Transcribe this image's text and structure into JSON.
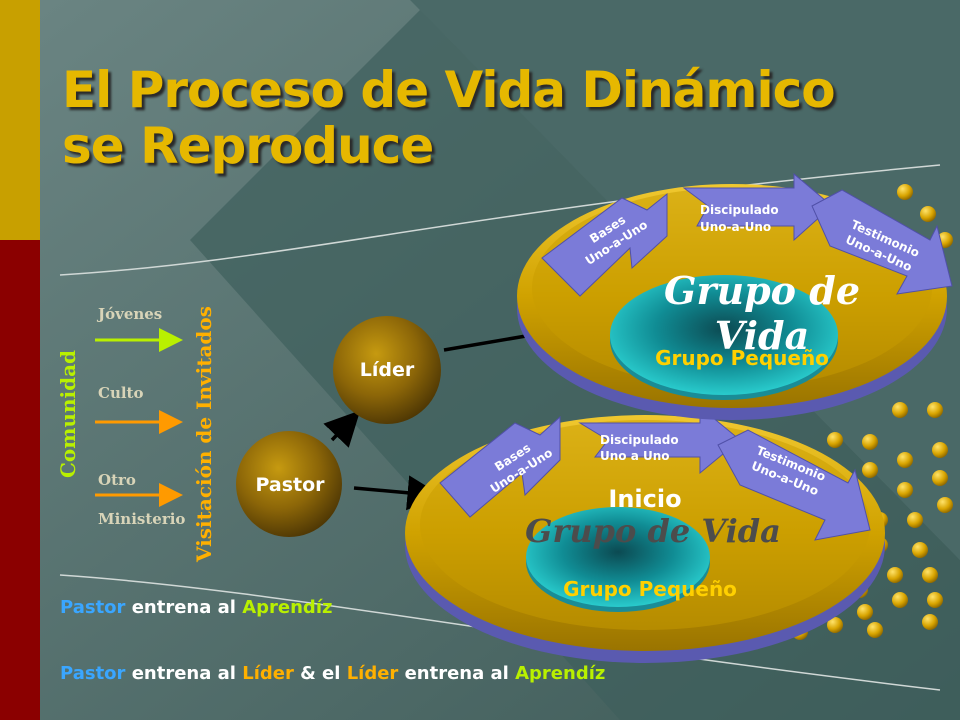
{
  "slide": {
    "title": "El Proceso de Vida Dinámico se Reproduce",
    "colors": {
      "background": "#4f6e6b",
      "gold": "#e6b800",
      "sidebar_top": "#c8a000",
      "sidebar_bottom": "#8b0000",
      "arrow_purple": "#7b7bd8",
      "center_cyan": "#1ec8c8"
    }
  },
  "left_flow": {
    "comunidad_label": "Comunidad",
    "visitacion_label": "Visitación de Invitados",
    "inputs": [
      {
        "label": "Jóvenes",
        "color": "#b9f000"
      },
      {
        "label": "Culto",
        "color": "#ff9a00"
      },
      {
        "label": "Otro",
        "color": "#ff9a00"
      },
      {
        "label": "Ministerio",
        "color": ""
      }
    ]
  },
  "nodes": {
    "pastor": "Pastor",
    "lider": "Líder"
  },
  "rings": [
    {
      "name": "top-ring",
      "group_label": "Grupo de Vida",
      "center_label": "Grupo Pequeño",
      "arrows": [
        {
          "line1": "Bases",
          "line2": "Uno-a-Uno"
        },
        {
          "line1": "Discipulado",
          "line2": "Uno-a-Uno"
        },
        {
          "line1": "Testimonio",
          "line2": "Uno-a-Uno"
        }
      ]
    },
    {
      "name": "bottom-ring",
      "inicio_label": "Inicio",
      "group_label": "Grupo de Vida",
      "center_label": "Grupo Pequeño",
      "arrows": [
        {
          "line1": "Bases",
          "line2": "Uno-a-Uno"
        },
        {
          "line1": "Discipulado",
          "line2": "Uno a Uno"
        },
        {
          "line1": "Testimonio",
          "line2": "Uno-a-Uno"
        }
      ]
    }
  ],
  "captions": {
    "line1": {
      "w1": "Pastor",
      "w2": " entrena al ",
      "w3": "Aprendíz"
    },
    "line2": {
      "w1": "Pastor",
      "w2": " entrena al ",
      "w3": "Líder",
      "w4": " & el ",
      "w5": "Líder",
      "w6": " entrena al ",
      "w7": "Aprendíz"
    }
  }
}
